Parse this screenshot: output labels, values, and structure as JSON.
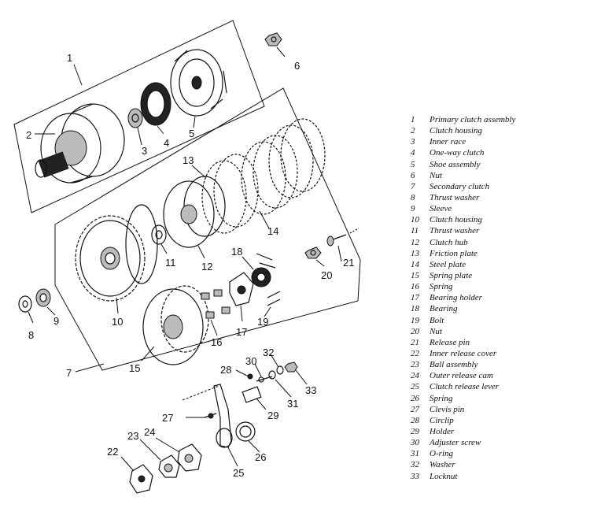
{
  "legend": [
    {
      "num": "1",
      "label": "Primary clutch assembly"
    },
    {
      "num": "2",
      "label": "Clutch housing"
    },
    {
      "num": "3",
      "label": "Inner race"
    },
    {
      "num": "4",
      "label": "One-way clutch"
    },
    {
      "num": "5",
      "label": "Shoe assembly"
    },
    {
      "num": "6",
      "label": "Nut"
    },
    {
      "num": "7",
      "label": "Secondary clutch"
    },
    {
      "num": "8",
      "label": "Thrust washer"
    },
    {
      "num": "9",
      "label": "Sleeve"
    },
    {
      "num": "10",
      "label": "Clutch housing"
    },
    {
      "num": "11",
      "label": "Thrust washer"
    },
    {
      "num": "12",
      "label": "Clutch hub"
    },
    {
      "num": "13",
      "label": "Friction plate"
    },
    {
      "num": "14",
      "label": "Steel plate"
    },
    {
      "num": "15",
      "label": "Spring plate"
    },
    {
      "num": "16",
      "label": "Spring"
    },
    {
      "num": "17",
      "label": "Bearing holder"
    },
    {
      "num": "18",
      "label": "Bearing"
    },
    {
      "num": "19",
      "label": "Bolt"
    },
    {
      "num": "20",
      "label": "Nut"
    },
    {
      "num": "21",
      "label": "Release pin"
    },
    {
      "num": "22",
      "label": "Inner release cover"
    },
    {
      "num": "23",
      "label": "Ball assembly"
    },
    {
      "num": "24",
      "label": "Outer release cam"
    },
    {
      "num": "25",
      "label": "Clutch release lever"
    },
    {
      "num": "26",
      "label": "Spring"
    },
    {
      "num": "27",
      "label": "Clevis pin"
    },
    {
      "num": "28",
      "label": "Circlip"
    },
    {
      "num": "29",
      "label": "Holder"
    },
    {
      "num": "30",
      "label": "Adjuster screw"
    },
    {
      "num": "31",
      "label": "O-ring"
    },
    {
      "num": "32",
      "label": "Washer"
    },
    {
      "num": "33",
      "label": "Locknut"
    }
  ],
  "callouts": {
    "c1": "1",
    "c2": "2",
    "c3": "3",
    "c4": "4",
    "c5": "5",
    "c6": "6",
    "c7": "7",
    "c8": "8",
    "c9": "9",
    "c10": "10",
    "c11": "11",
    "c12": "12",
    "c13": "13",
    "c14": "14",
    "c15": "15",
    "c16": "16",
    "c17": "17",
    "c18": "18",
    "c19": "19",
    "c20": "20",
    "c21": "21",
    "c22": "22",
    "c23": "23",
    "c24": "24",
    "c25": "25",
    "c26": "26",
    "c27": "27",
    "c28": "28",
    "c29": "29",
    "c30": "30",
    "c31": "31",
    "c32": "32",
    "c33": "33"
  }
}
